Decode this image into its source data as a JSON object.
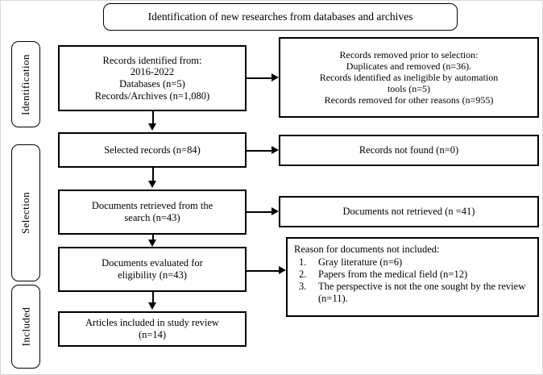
{
  "diagram": {
    "type": "prisma-flow-diagram",
    "title": "Identification of new researches from databases and archives",
    "stages": [
      {
        "id": "identification",
        "label": "Identification"
      },
      {
        "id": "selection",
        "label": "Selection"
      },
      {
        "id": "included",
        "label": "Included"
      }
    ],
    "flow": {
      "identified": {
        "lines": [
          "Records identified from:",
          "2016-2022",
          "Databases (n=5)",
          "Records/Archives (n=1,080)"
        ]
      },
      "removed": {
        "lines": [
          "Records removed prior to selection:",
          "Duplicates and removed (n=36).",
          "Records identified as ineligible  by automation",
          "tools (n=5)",
          "Records removed for other reasons (n=955)"
        ]
      },
      "selected": {
        "lines": [
          "Selected records (n=84)"
        ]
      },
      "not_found": {
        "lines": [
          "Records not found (n=0)"
        ]
      },
      "retrieved": {
        "lines": [
          "Documents retrieved from the",
          "search (n=43)"
        ]
      },
      "not_retrieved": {
        "lines": [
          "Documents not retrieved (n =41)"
        ]
      },
      "evaluated": {
        "lines": [
          "Documents evaluated for",
          "eligibility  (n=43)"
        ]
      },
      "reasons": {
        "heading": "Reason for documents not included:",
        "items": [
          {
            "num": "1.",
            "text": "Gray literature (n=6)"
          },
          {
            "num": "2.",
            "text": "Papers from the medical field (n=12)"
          },
          {
            "num": "3.",
            "text": "The perspective is not the one sought by the review (n=11)."
          }
        ]
      },
      "included": {
        "lines": [
          "Articles  included in study review",
          "(n=14)"
        ]
      }
    },
    "colors": {
      "border": "#000000",
      "background": "#ffffff",
      "text": "#000000"
    }
  }
}
